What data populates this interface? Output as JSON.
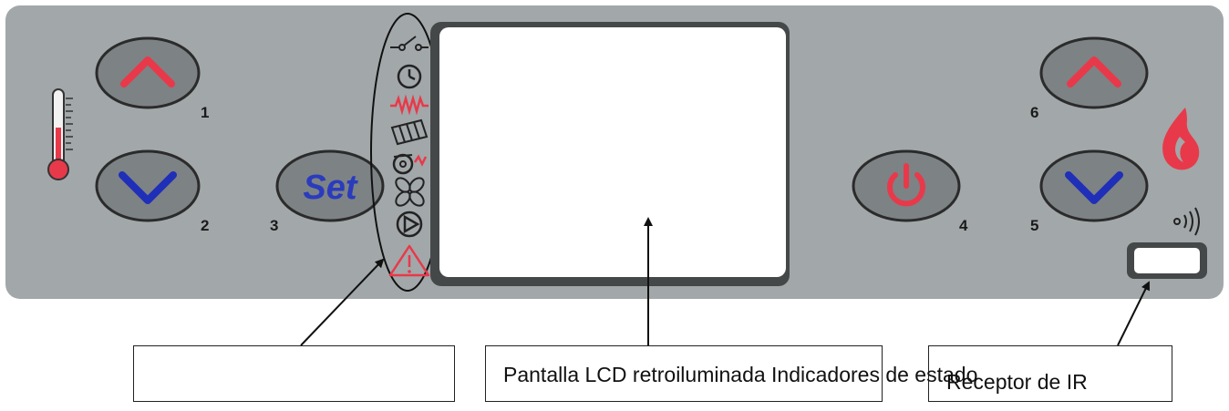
{
  "panel": {
    "buttons": {
      "b1": {
        "number": "1",
        "icon": "chevron-up-icon",
        "glyph_color": "#e8394a"
      },
      "b2": {
        "number": "2",
        "icon": "chevron-down-icon",
        "glyph_color": "#1f2fb8"
      },
      "b3": {
        "number": "3",
        "label": "Set",
        "glyph_color": "#2a3bbd"
      },
      "b4": {
        "number": "4",
        "icon": "power-icon",
        "glyph_color": "#e8394a"
      },
      "b5": {
        "number": "5",
        "icon": "chevron-down-icon",
        "glyph_color": "#1f2fb8"
      },
      "b6": {
        "number": "6",
        "icon": "chevron-up-icon",
        "glyph_color": "#e8394a"
      }
    },
    "status_icons": [
      "switch-icon",
      "clock-icon",
      "resistance-icon",
      "auger-icon",
      "igniter-fan-icon",
      "fan-icon",
      "pump-icon",
      "warning-icon"
    ],
    "left_icon": "thermometer-icon",
    "right_icon": "flame-icon",
    "ir_icon": "wireless-signal-icon",
    "colors": {
      "panel": "#a2a7a9",
      "button": "#7d8285",
      "red": "#e8394a",
      "blue": "#1f2fb8"
    }
  },
  "callouts": {
    "left": "",
    "middle": "Pantalla LCD retroiluminada Indicadores de estado",
    "right": "Receptor de IR"
  }
}
